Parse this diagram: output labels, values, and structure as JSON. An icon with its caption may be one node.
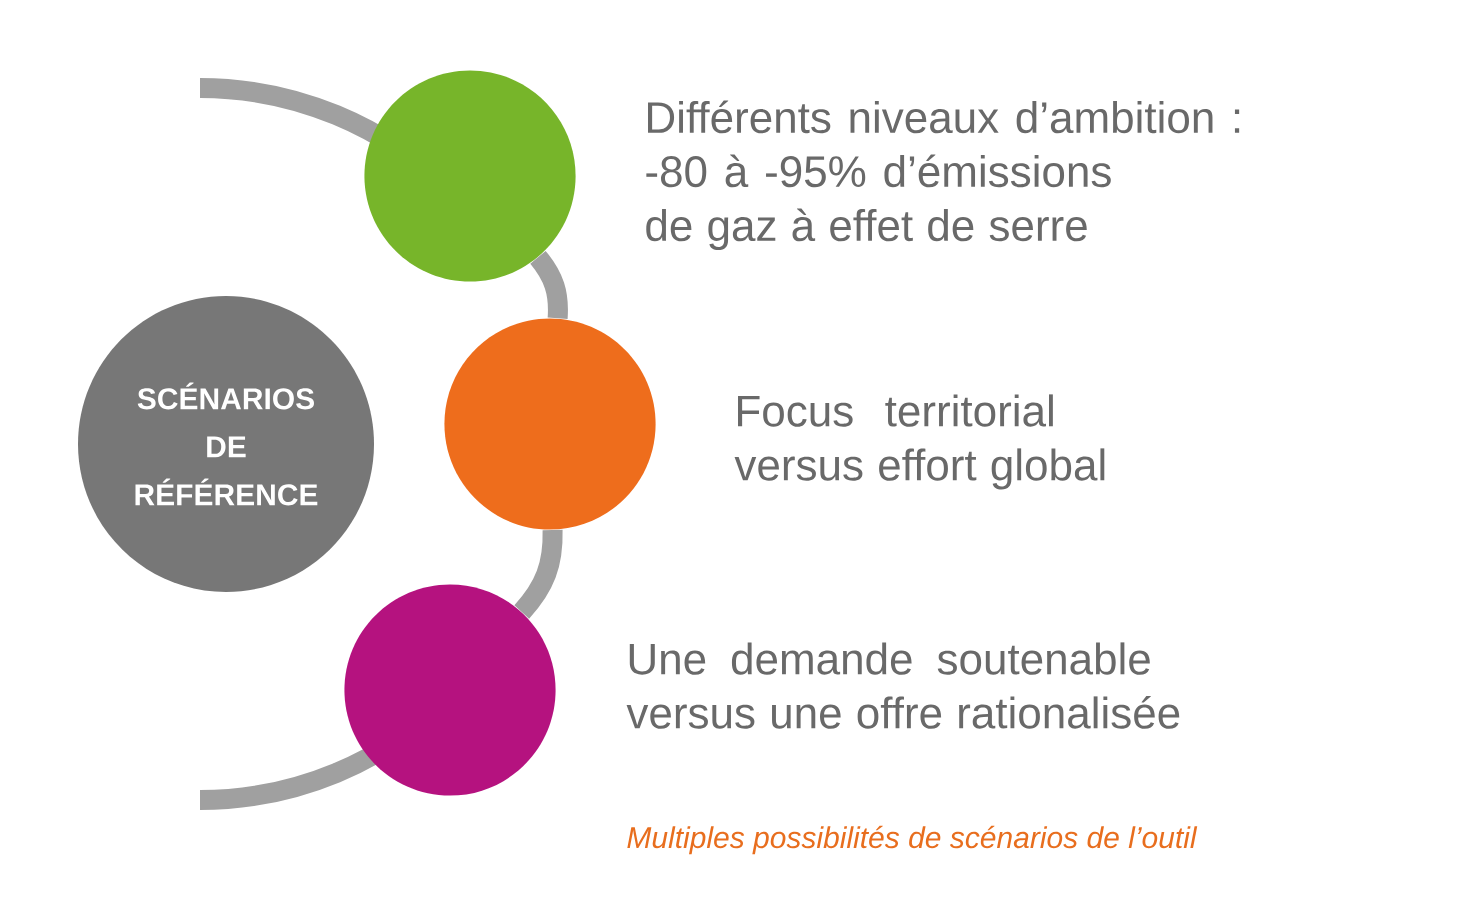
{
  "diagram": {
    "nodes": [
      {
        "text": [
          "SCÉNARIOS DE RÉFÉRENCE"
        ]
      },
      {
        "text": [],
        "shape": "circle",
        "beside": [
          "Différents niveaux d’ambition : -80 à -95% d’émissions de gaz à effet de serre"
        ]
      },
      {
        "text": [],
        "shape": "circle",
        "beside": [
          "Focus territorial versus effort global"
        ]
      },
      {
        "text": [],
        "shape": "circle",
        "beside": [
          "Une demande soutenable versus une offre rationalisée"
        ]
      }
    ],
    "edges": [
      {
        "from": 1,
        "to": 2,
        "arrow": "none"
      },
      {
        "from": 2,
        "to": 3,
        "arrow": "none"
      }
    ],
    "labels": [
      "Multiples possibilités de scénarios de l’outil"
    ]
  }
}
